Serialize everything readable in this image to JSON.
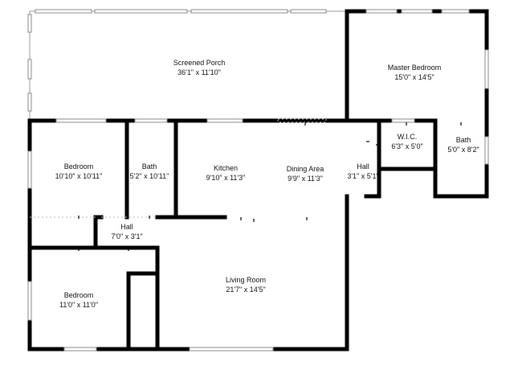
{
  "rooms": {
    "screened_porch": {
      "name": "Screened Porch",
      "dims": "36'1\" x 11'10\""
    },
    "master_bedroom": {
      "name": "Master Bedroom",
      "dims": "15'0\" x 14'5\""
    },
    "wic": {
      "name": "W.I.C.",
      "dims": "6'3\" x 5'0\""
    },
    "master_bath": {
      "name": "Bath",
      "dims": "5'0\" x 8'2\""
    },
    "east_hall": {
      "name": "Hall",
      "dims": "3'1\" x 5'1\""
    },
    "bedroom_1": {
      "name": "Bedroom",
      "dims": "10'10\" x 10'11\""
    },
    "bath_1": {
      "name": "Bath",
      "dims": "5'2\" x 10'11\""
    },
    "kitchen": {
      "name": "Kitchen",
      "dims": "9'10\" x 11'3\""
    },
    "dining_area": {
      "name": "Dining Area",
      "dims": "9'9\" x 11'3\""
    },
    "hall": {
      "name": "Hall",
      "dims": "7'0\" x 3'1\""
    },
    "living_room": {
      "name": "Living Room",
      "dims": "21'7\" x 14'5\""
    },
    "bedroom_2": {
      "name": "Bedroom",
      "dims": "11'0\" x 11'0\""
    }
  }
}
